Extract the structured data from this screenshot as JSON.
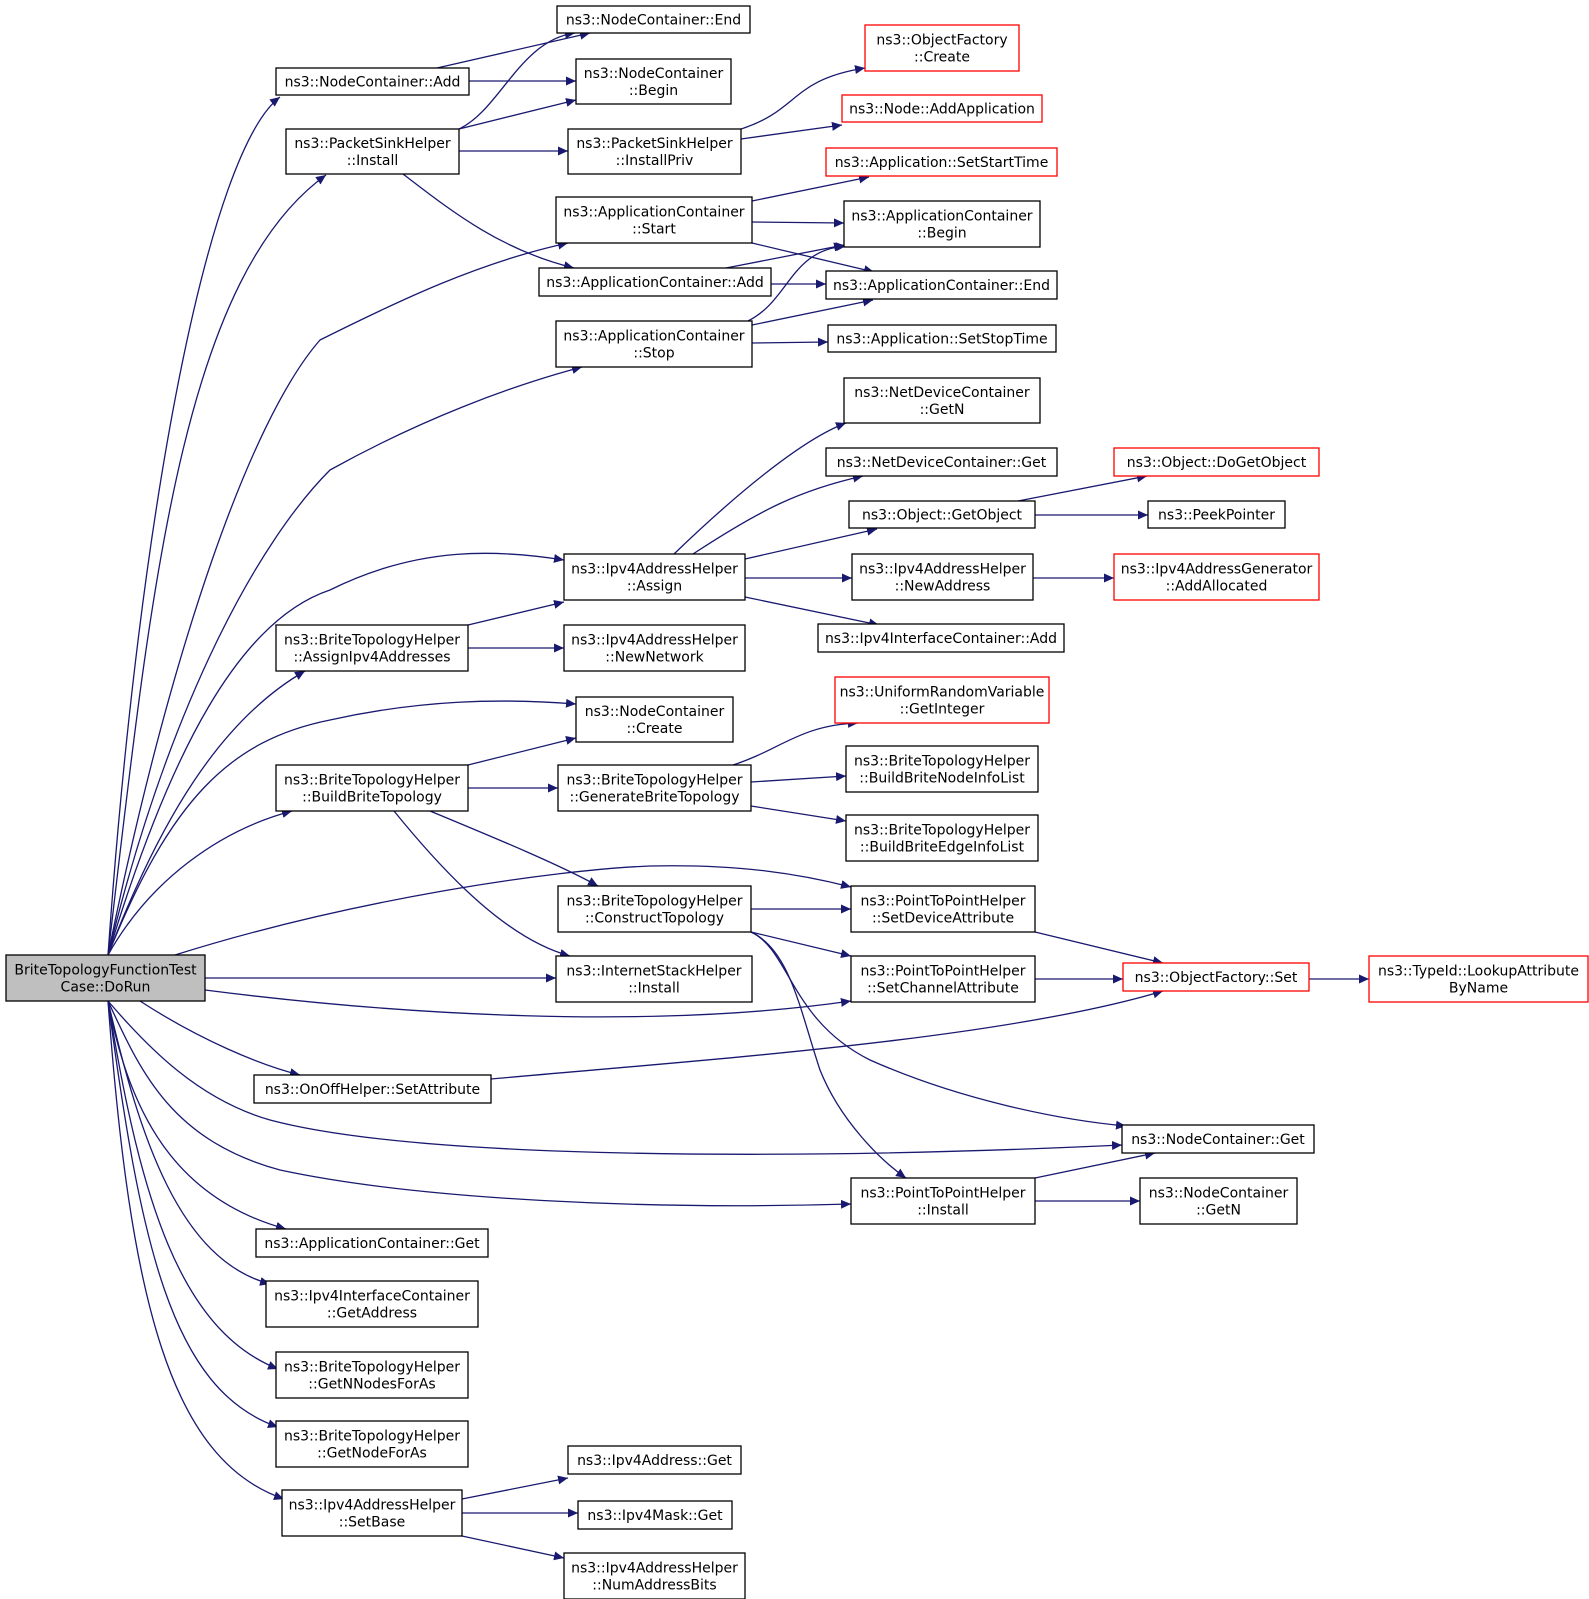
{
  "diagram": {
    "colors": {
      "edge": "#191970",
      "node_border": "#000000",
      "external_border": "#ff0000",
      "root_fill": "#bfbfbf",
      "node_fill": "#ffffff"
    },
    "nodes": [
      {
        "id": "root",
        "lines": [
          "BriteTopologyFunctionTest",
          "Case::DoRun"
        ],
        "root": true
      },
      {
        "id": "nc_add",
        "lines": [
          "ns3::NodeContainer::Add"
        ]
      },
      {
        "id": "nc_end",
        "lines": [
          "ns3::NodeContainer::End"
        ]
      },
      {
        "id": "nc_begin",
        "lines": [
          "ns3::NodeContainer",
          "::Begin"
        ]
      },
      {
        "id": "psh_install",
        "lines": [
          "ns3::PacketSinkHelper",
          "::Install"
        ]
      },
      {
        "id": "psh_installpriv",
        "lines": [
          "ns3::PacketSinkHelper",
          "::InstallPriv"
        ]
      },
      {
        "id": "of_create",
        "lines": [
          "ns3::ObjectFactory",
          "::Create"
        ],
        "external": true
      },
      {
        "id": "node_addapp",
        "lines": [
          "ns3::Node::AddApplication"
        ],
        "external": true
      },
      {
        "id": "app_setstart",
        "lines": [
          "ns3::Application::SetStartTime"
        ],
        "external": true
      },
      {
        "id": "ac_start",
        "lines": [
          "ns3::ApplicationContainer",
          "::Start"
        ]
      },
      {
        "id": "ac_begin",
        "lines": [
          "ns3::ApplicationContainer",
          "::Begin"
        ]
      },
      {
        "id": "ac_add",
        "lines": [
          "ns3::ApplicationContainer::Add"
        ]
      },
      {
        "id": "ac_end",
        "lines": [
          "ns3::ApplicationContainer::End"
        ]
      },
      {
        "id": "ac_stop",
        "lines": [
          "ns3::ApplicationContainer",
          "::Stop"
        ]
      },
      {
        "id": "app_setstop",
        "lines": [
          "ns3::Application::SetStopTime"
        ]
      },
      {
        "id": "ndc_getn",
        "lines": [
          "ns3::NetDeviceContainer",
          "::GetN"
        ]
      },
      {
        "id": "ndc_get",
        "lines": [
          "ns3::NetDeviceContainer::Get"
        ]
      },
      {
        "id": "obj_dogetobject",
        "lines": [
          "ns3::Object::DoGetObject"
        ],
        "external": true
      },
      {
        "id": "obj_getobject",
        "lines": [
          "ns3::Object::GetObject"
        ]
      },
      {
        "id": "peekpointer",
        "lines": [
          "ns3::PeekPointer"
        ]
      },
      {
        "id": "ipv4ah_assign",
        "lines": [
          "ns3::Ipv4AddressHelper",
          "::Assign"
        ]
      },
      {
        "id": "ipv4ah_newaddress",
        "lines": [
          "ns3::Ipv4AddressHelper",
          "::NewAddress"
        ]
      },
      {
        "id": "ipv4ag_addallocated",
        "lines": [
          "ns3::Ipv4AddressGenerator",
          "::AddAllocated"
        ],
        "external": true
      },
      {
        "id": "ipv4ic_add",
        "lines": [
          "ns3::Ipv4InterfaceContainer::Add"
        ]
      },
      {
        "id": "bth_assignipv4",
        "lines": [
          "ns3::BriteTopologyHelper",
          "::AssignIpv4Addresses"
        ]
      },
      {
        "id": "ipv4ah_newnetwork",
        "lines": [
          "ns3::Ipv4AddressHelper",
          "::NewNetwork"
        ]
      },
      {
        "id": "nc_create",
        "lines": [
          "ns3::NodeContainer",
          "::Create"
        ]
      },
      {
        "id": "urv_getinteger",
        "lines": [
          "ns3::UniformRandomVariable",
          "::GetInteger"
        ],
        "external": true
      },
      {
        "id": "bth_build",
        "lines": [
          "ns3::BriteTopologyHelper",
          "::BuildBriteTopology"
        ]
      },
      {
        "id": "bth_generate",
        "lines": [
          "ns3::BriteTopologyHelper",
          "::GenerateBriteTopology"
        ]
      },
      {
        "id": "bth_nodeinfo",
        "lines": [
          "ns3::BriteTopologyHelper",
          "::BuildBriteNodeInfoList"
        ]
      },
      {
        "id": "bth_edgeinfo",
        "lines": [
          "ns3::BriteTopologyHelper",
          "::BuildBriteEdgeInfoList"
        ]
      },
      {
        "id": "bth_construct",
        "lines": [
          "ns3::BriteTopologyHelper",
          "::ConstructTopology"
        ]
      },
      {
        "id": "p2p_setdevattr",
        "lines": [
          "ns3::PointToPointHelper",
          "::SetDeviceAttribute"
        ]
      },
      {
        "id": "p2p_setchanattr",
        "lines": [
          "ns3::PointToPointHelper",
          "::SetChannelAttribute"
        ]
      },
      {
        "id": "ish_install",
        "lines": [
          "ns3::InternetStackHelper",
          "::Install"
        ]
      },
      {
        "id": "of_set",
        "lines": [
          "ns3::ObjectFactory::Set"
        ],
        "external": true
      },
      {
        "id": "typeid_lookup",
        "lines": [
          "ns3::TypeId::LookupAttribute",
          "ByName"
        ],
        "external": true
      },
      {
        "id": "onoff_setattr",
        "lines": [
          "ns3::OnOffHelper::SetAttribute"
        ]
      },
      {
        "id": "nc_get",
        "lines": [
          "ns3::NodeContainer::Get"
        ]
      },
      {
        "id": "p2p_install",
        "lines": [
          "ns3::PointToPointHelper",
          "::Install"
        ]
      },
      {
        "id": "nc_getn",
        "lines": [
          "ns3::NodeContainer",
          "::GetN"
        ]
      },
      {
        "id": "ac_get",
        "lines": [
          "ns3::ApplicationContainer::Get"
        ]
      },
      {
        "id": "ipv4ic_getaddress",
        "lines": [
          "ns3::Ipv4InterfaceContainer",
          "::GetAddress"
        ]
      },
      {
        "id": "bth_getnnodes",
        "lines": [
          "ns3::BriteTopologyHelper",
          "::GetNNodesForAs"
        ]
      },
      {
        "id": "bth_getnode",
        "lines": [
          "ns3::BriteTopologyHelper",
          "::GetNodeForAs"
        ]
      },
      {
        "id": "ipv4ah_setbase",
        "lines": [
          "ns3::Ipv4AddressHelper",
          "::SetBase"
        ]
      },
      {
        "id": "ipv4addr_get",
        "lines": [
          "ns3::Ipv4Address::Get"
        ]
      },
      {
        "id": "ipv4mask_get",
        "lines": [
          "ns3::Ipv4Mask::Get"
        ]
      },
      {
        "id": "ipv4ah_numbits",
        "lines": [
          "ns3::Ipv4AddressHelper",
          "::NumAddressBits"
        ]
      }
    ]
  }
}
